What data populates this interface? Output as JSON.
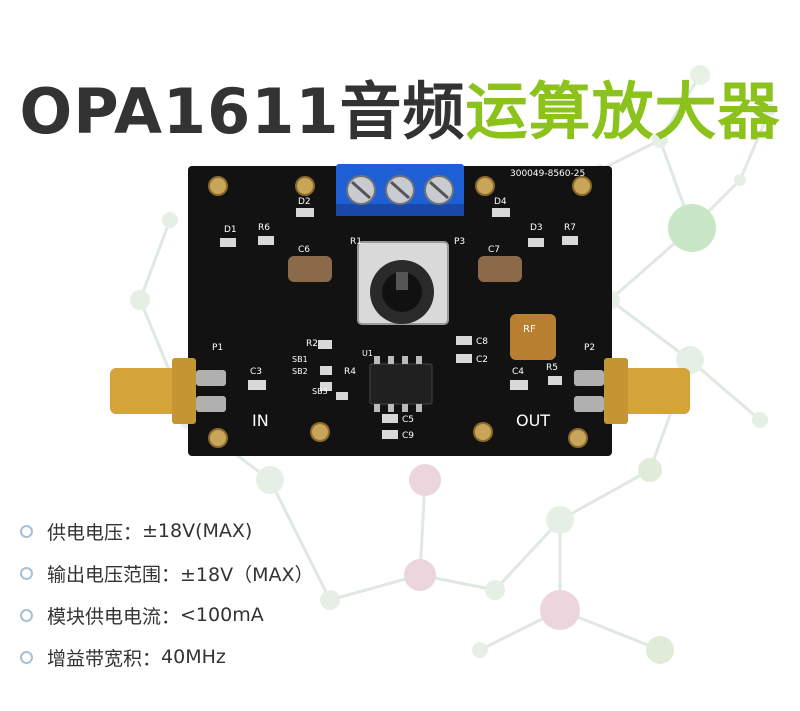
{
  "title": {
    "part_dark": "OPA1611音频",
    "part_green": "运算放大器"
  },
  "colors": {
    "title_dark": "#333333",
    "title_green": "#8cc21c",
    "pcb_black": "#121212",
    "terminal_blue": "#1f5fd6",
    "connector_gold": "#d4a43a",
    "bullet": "#a8c0d6",
    "network_green": "#c9e6c6",
    "network_pink": "#ecd6de"
  },
  "board": {
    "batch_code": "300049-8560-25",
    "labels": {
      "input": "IN",
      "output": "OUT",
      "p1": "P1",
      "p2": "P2",
      "p3": "P3",
      "r1": "R1",
      "r2": "R2",
      "r4": "R4",
      "r5": "R5",
      "r6": "R6",
      "r7": "R7",
      "c2": "C2",
      "c3": "C3",
      "c4": "C4",
      "c5": "C5",
      "c6": "C6",
      "c7": "C7",
      "c8": "C8",
      "c9": "C9",
      "d1": "D1",
      "d2": "D2",
      "d3": "D3",
      "d4": "D4",
      "sb1": "SB1",
      "sb2": "SB2",
      "sb3": "SB3",
      "u1": "U1",
      "rf_logo": "RF"
    }
  },
  "specs": [
    {
      "icon": "circle-bullet-icon",
      "label": "供电电压：",
      "value": "±18V(MAX)"
    },
    {
      "icon": "circle-bullet-icon",
      "label": "输出电压范围：",
      "value": "±18V（MAX）"
    },
    {
      "icon": "circle-bullet-icon",
      "label": "模块供电电流：",
      "value": "<100mA"
    },
    {
      "icon": "circle-bullet-icon",
      "label": "增益带宽积：",
      "value": "40MHz"
    }
  ]
}
